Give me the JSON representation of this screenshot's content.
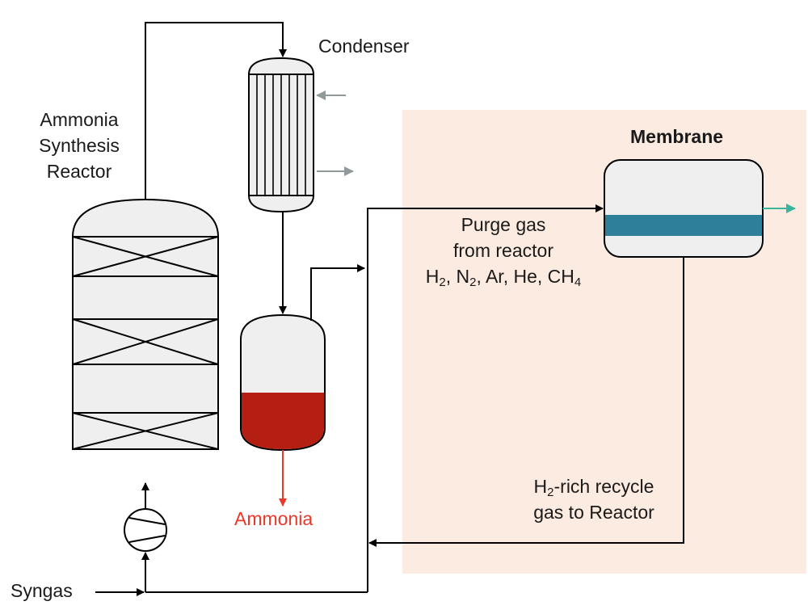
{
  "labels": {
    "condenser": "Condenser",
    "reactor": [
      "Ammonia",
      "Synthesis",
      "Reactor"
    ],
    "membrane": "Membrane",
    "purge_gas": {
      "line1": "Purge gas",
      "line2": "from reactor",
      "h": "H",
      "h_sub": "2",
      "n": ", N",
      "n_sub": "2",
      "rest": ", Ar, He, CH",
      "ch_sub": "4"
    },
    "recycle": {
      "h": "H",
      "h_sub": "2",
      "line1_rest": "-rich recycle",
      "line2": "gas to Reactor"
    },
    "ammonia": "Ammonia",
    "syngas": "Syngas"
  },
  "colors": {
    "line": "#000000",
    "vessel_fill": "#efefef",
    "membrane_panel": "#fcebe0",
    "membrane_layer": "#2e7f99",
    "liquid_ammonia": "#b41f12",
    "ammonia_label": "#e8392b",
    "permeate_arrow": "#3ab49a",
    "coolant_arrow": "#909a9a"
  },
  "icons": {
    "compressor": "compressor-icon",
    "flow_arrow": "arrowhead-icon"
  }
}
